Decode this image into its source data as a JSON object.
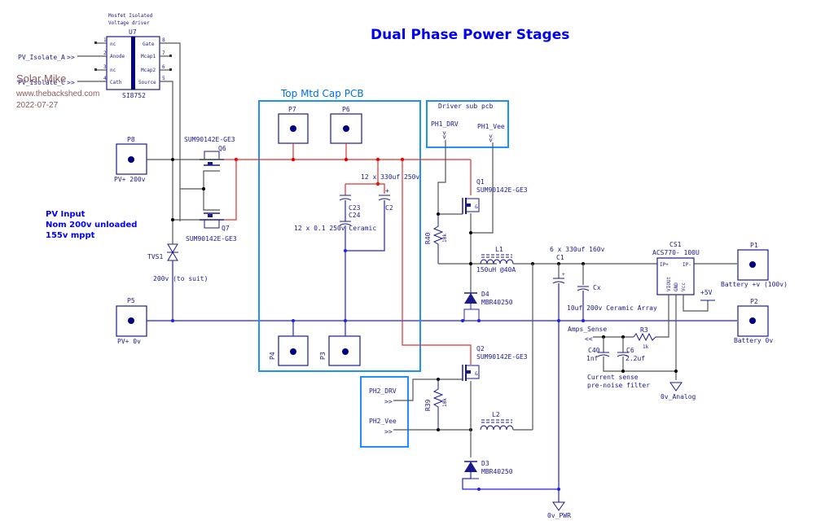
{
  "title": "Dual Phase Power Stages",
  "watermark": {
    "author": "Solar Mike",
    "site": "www.thebackshed.com",
    "date": "2022-07-27"
  },
  "driver_ic": {
    "caption_line1": "Mosfet Isolated",
    "caption_line2": "Voltage driver",
    "ref": "U7",
    "part": "SI8752",
    "left_pins": [
      {
        "num": "1",
        "name": "nc"
      },
      {
        "num": "2",
        "name": "Anode"
      },
      {
        "num": "3",
        "name": "nc"
      },
      {
        "num": "4",
        "name": "Cath"
      }
    ],
    "right_pins": [
      {
        "num": "8",
        "name": "Gate"
      },
      {
        "num": "7",
        "name": "Mcap1"
      },
      {
        "num": "6",
        "name": "Mcap2"
      },
      {
        "num": "5",
        "name": "Source"
      }
    ],
    "input_a": "PV_Isolate_A",
    "input_c": "PV_Isolate_C"
  },
  "pv_input": {
    "note_line1": "PV Input",
    "note_line2": "Nom 200v unloaded",
    "note_line3": "155v mppt",
    "p8_ref": "P8",
    "p8_label": "PV+ 200v",
    "p5_ref": "P5",
    "p5_label": "PV+ 0v",
    "tvs_ref": "TVS1",
    "tvs_note": "200v (to suit)"
  },
  "input_fets": {
    "q6_ref": "Q6",
    "q6_part": "SUM90142E-GE3",
    "q7_ref": "Q7",
    "q7_part": "SUM90142E-GE3"
  },
  "cap_pcb": {
    "title": "Top Mtd Cap PCB",
    "p7": "P7",
    "p6": "P6",
    "p4": "P4",
    "p3": "P3",
    "bulk_caps": "12 x 330uf 250v",
    "c23": "C23",
    "c24": "C24",
    "c2": "C2",
    "ceramic_caps": "12 x 0.1 250v Ceramic"
  },
  "driver_sub_pcb": {
    "title": "Driver sub pcb",
    "ph1_drv": "PH1_DRV",
    "ph1_vee": "PH1_Vee"
  },
  "phase1": {
    "q1_ref": "Q1",
    "q1_part": "SUM90142E-GE3",
    "r40_ref": "R40",
    "r40_val": "10k",
    "l1_ref": "L1",
    "l1_val": "150uH @40A",
    "d4_ref": "D4",
    "d4_part": "MBR40250"
  },
  "phase2": {
    "ph2_drv": "PH2_DRV",
    "ph2_vee": "PH2_Vee",
    "q2_ref": "Q2",
    "q2_part": "SUM90142E-GE3",
    "r39_ref": "R39",
    "r39_val": "10k",
    "l2_ref": "L2",
    "d3_ref": "D3",
    "d3_part": "MBR40250",
    "gnd_pwr": "0v_PWR"
  },
  "output": {
    "c1_note": "6 x 330uf 160v",
    "c1_ref": "C1",
    "cx_ref": "Cx",
    "cx_note": "10uf 200v Ceramic Array",
    "cs1_ref": "CS1",
    "cs1_part": "ACS770- 100U",
    "cs1_pins": [
      "IP+",
      "IP-",
      "VIOUt",
      "GND",
      "Vcc"
    ],
    "plus5v": "+5V",
    "p1_ref": "P1",
    "p1_label": "Battery +v (100v)",
    "p2_ref": "P2",
    "p2_label": "Battery 0v"
  },
  "sense": {
    "net": "Amps_Sense",
    "r3_ref": "R3",
    "r3_val": "1k",
    "c40_ref": "C40",
    "c40_val": "1nf",
    "c6_ref": "C6",
    "c6_val": "2.2uf",
    "note_line1": "Current sense",
    "note_line2": "pre-noise filter",
    "gnd_analog": "0v_Analog"
  }
}
